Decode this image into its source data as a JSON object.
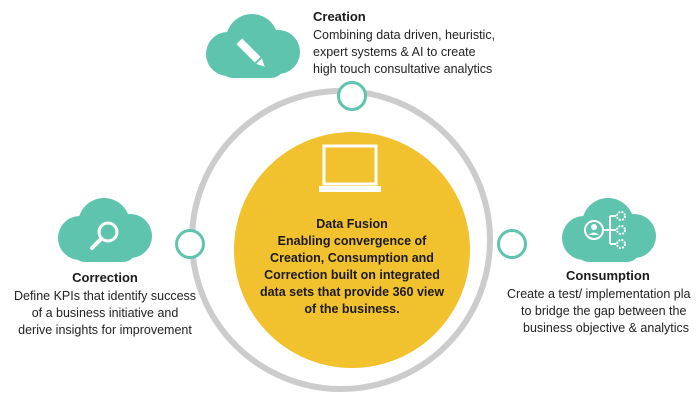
{
  "colors": {
    "teal": "#5ec4ae",
    "ring": "#cccccc",
    "core": "#f2c12e",
    "text": "#222222"
  },
  "center": {
    "icon": "laptop-icon",
    "lines": [
      "Data Fusion",
      "Enabling convergence of",
      "Creation, Consumption and",
      "Correction built on integrated",
      "data sets that provide 360 view",
      "of the business."
    ]
  },
  "creation": {
    "icon": "pencil-icon",
    "title": "Creation",
    "lines": [
      "Combining data driven, heuristic,",
      "expert systems & AI to create",
      "high touch consultative analytics"
    ]
  },
  "correction": {
    "icon": "magnifier-icon",
    "title": "Correction",
    "lines": [
      "Define KPIs that identify success",
      "of a business initiative and",
      "derive insights for improvement"
    ]
  },
  "consumption": {
    "icon": "network-settings-icon",
    "title": "Consumption",
    "lines": [
      "Create a test/ implementation pla",
      "to bridge the gap between the",
      "business objective & analytics"
    ]
  }
}
